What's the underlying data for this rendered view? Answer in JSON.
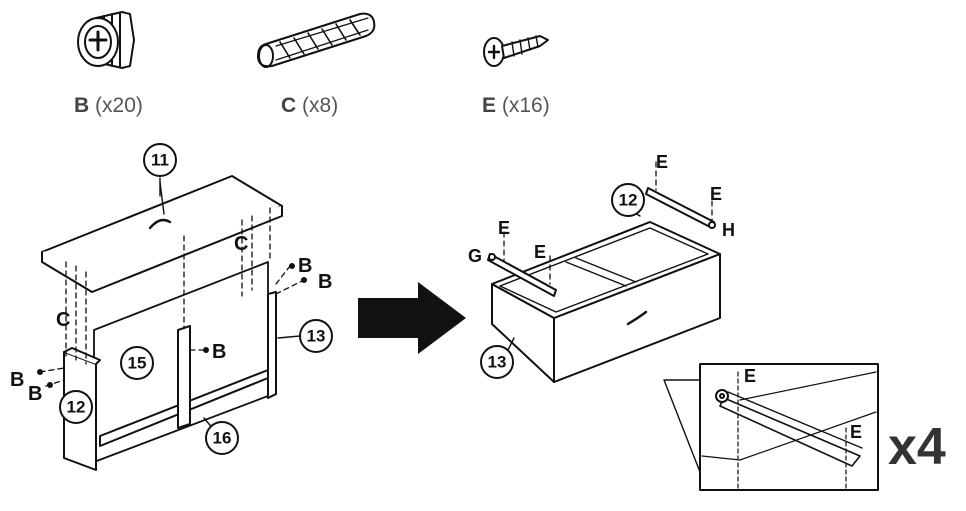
{
  "parts": [
    {
      "letter": "B",
      "qty": "(x20)"
    },
    {
      "letter": "C",
      "qty": "(x8)"
    },
    {
      "letter": "E",
      "qty": "(x16)"
    }
  ],
  "left_assembly": {
    "panel_numbers": [
      "11",
      "15",
      "12",
      "16",
      "13"
    ],
    "fastener_labels": {
      "b1": "B",
      "b2": "B",
      "b3": "B",
      "b4": "B",
      "b5": "B",
      "c1": "C",
      "c2": "C"
    }
  },
  "right_assembly": {
    "panel_numbers": [
      "12",
      "13"
    ],
    "fastener_labels": {
      "e1": "E",
      "e2": "E",
      "e3": "E",
      "e4": "E",
      "g": "G",
      "h": "H"
    }
  },
  "detail": {
    "labels": {
      "e1": "E",
      "e2": "E"
    },
    "multiplier": "x4"
  }
}
